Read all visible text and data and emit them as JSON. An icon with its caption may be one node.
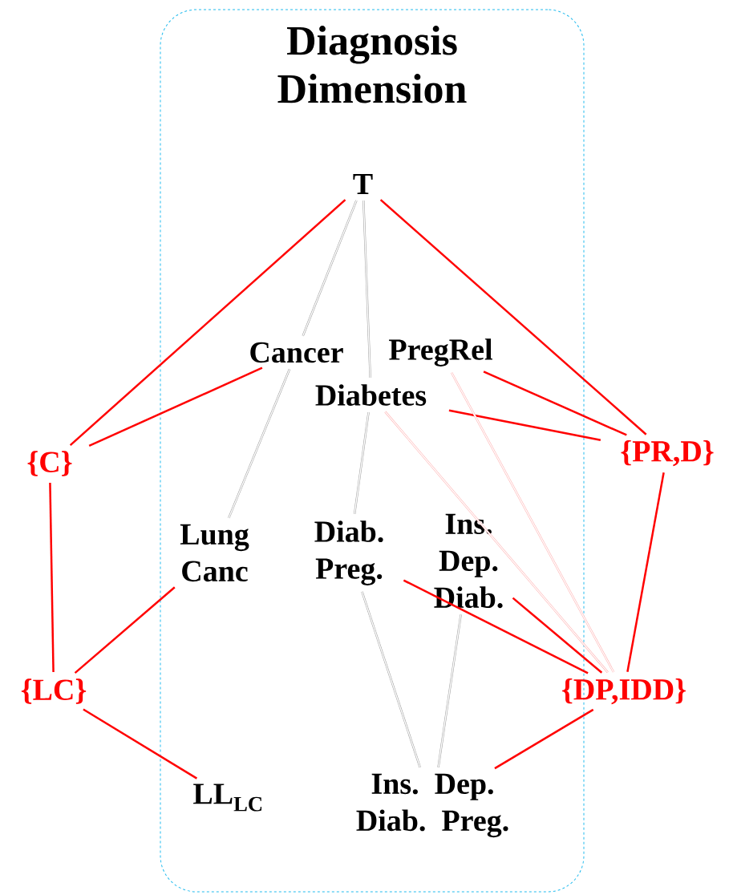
{
  "diagram": {
    "nodes": [
      {
        "text": [
          "Diagnosis Dimension"
        ]
      },
      {
        "text": [
          "T"
        ],
        "in": 0
      },
      {
        "text": [
          "Cancer"
        ],
        "in": 0
      },
      {
        "text": [
          "PregRel"
        ],
        "in": 0
      },
      {
        "text": [
          "Diabetes"
        ],
        "in": 0
      },
      {
        "text": [
          "{C}"
        ]
      },
      {
        "text": [
          "{PR,D}"
        ]
      },
      {
        "text": [
          "Lung Canc"
        ],
        "in": 0
      },
      {
        "text": [
          "Diab. Preg."
        ],
        "in": 0
      },
      {
        "text": [
          "Ins. Dep. Diab."
        ],
        "in": 0
      },
      {
        "text": [
          "{LC}"
        ]
      },
      {
        "text": [
          "{DP,IDD}"
        ]
      },
      {
        "text": [
          "LL$_{LC}$"
        ],
        "in": 0
      },
      {
        "text": [
          "Ins. Dep. Diab. Preg."
        ],
        "in": 0
      }
    ],
    "edges": [
      {
        "from": 1,
        "to": 5,
        "arrow": "none"
      },
      {
        "from": 1,
        "to": 6,
        "arrow": "none"
      },
      {
        "from": 1,
        "to": 2,
        "arrow": "none",
        "color": "#999999"
      },
      {
        "from": 1,
        "to": 4,
        "arrow": "none",
        "color": "#999999"
      },
      {
        "from": 2,
        "to": 5,
        "arrow": "none"
      },
      {
        "from": 4,
        "to": 6,
        "arrow": "none"
      },
      {
        "from": 3,
        "to": 6,
        "arrow": "none"
      },
      {
        "from": 2,
        "to": 7,
        "arrow": "none",
        "color": "#999999"
      },
      {
        "from": 4,
        "to": 8,
        "arrow": "none",
        "color": "#999999"
      },
      {
        "from": 4,
        "to": 11,
        "arrow": "none",
        "color": "#ffaaaa"
      },
      {
        "from": 3,
        "to": 11,
        "arrow": "none",
        "color": "#ffaaaa"
      },
      {
        "from": 5,
        "to": 10,
        "arrow": "none"
      },
      {
        "from": 7,
        "to": 10,
        "arrow": "none"
      },
      {
        "from": 6,
        "to": 11,
        "arrow": "none"
      },
      {
        "from": 8,
        "to": 11,
        "arrow": "none"
      },
      {
        "from": 9,
        "to": 11,
        "arrow": "none"
      },
      {
        "from": 10,
        "to": 12,
        "arrow": "none"
      },
      {
        "from": 11,
        "to": 13,
        "arrow": "none"
      },
      {
        "from": 8,
        "to": 13,
        "arrow": "none",
        "color": "#999999"
      },
      {
        "from": 9,
        "to": 13,
        "arrow": "none",
        "color": "#999999"
      }
    ]
  }
}
